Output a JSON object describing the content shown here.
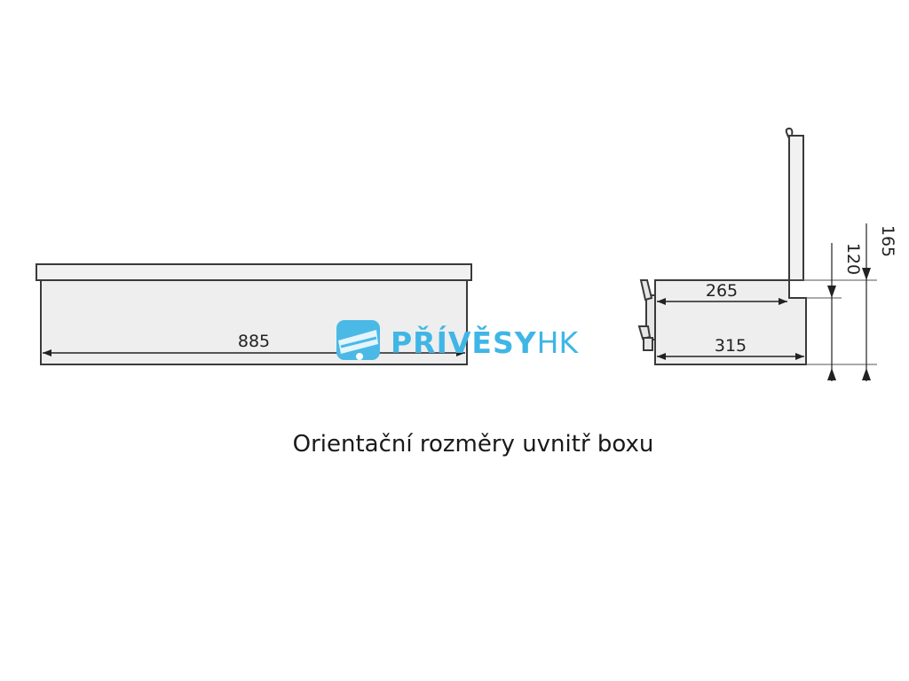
{
  "dimensions": {
    "front_length": "885",
    "side_inner_depth": "265",
    "side_outer_depth": "315",
    "inner_height": "120",
    "total_height": "165"
  },
  "logo": {
    "main": "PŘÍVĚSY",
    "suffix": "HK"
  },
  "caption": "Orientační rozměry uvnitř boxu",
  "colors": {
    "outline": "#3a3a3a",
    "box_fill": "#eeeeee",
    "lid_fill": "#f1f1f1",
    "logo": "#3fb6e6"
  }
}
